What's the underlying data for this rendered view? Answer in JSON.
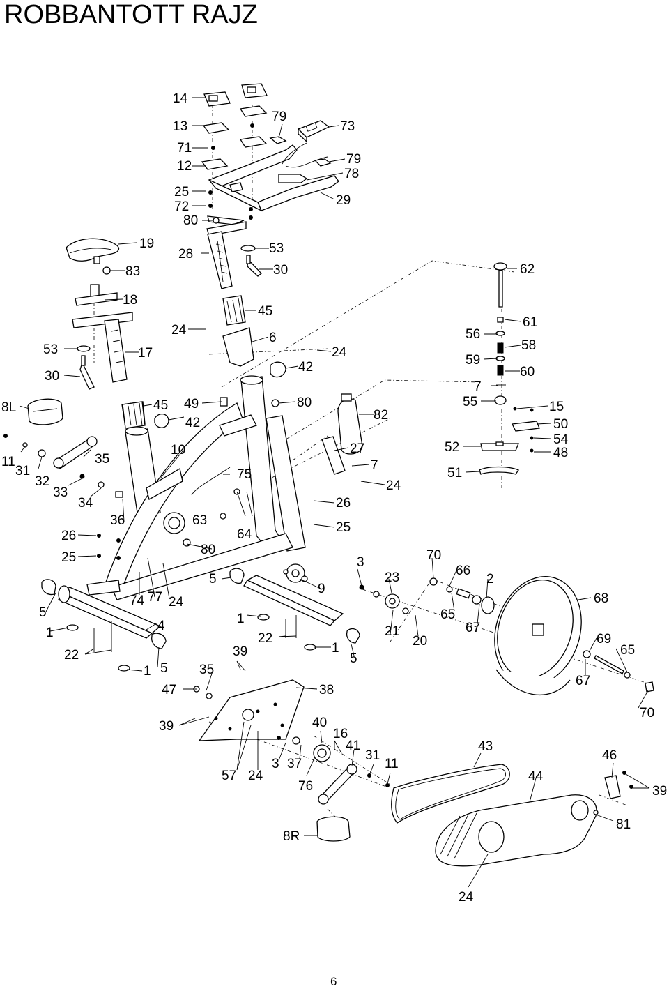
{
  "page": {
    "title": "ROBBANTOTT RAJZ",
    "page_number": "6"
  },
  "labels": {
    "l14": "14",
    "l13": "13",
    "l71": "71",
    "l12": "12",
    "l25a": "25",
    "l72": "72",
    "l80a": "80",
    "l79a": "79",
    "l73": "73",
    "l79b": "79",
    "l78": "78",
    "l29": "29",
    "l19": "19",
    "l83": "83",
    "l28": "28",
    "l53a": "53",
    "l30a": "30",
    "l18": "18",
    "l24a": "24",
    "l45a": "45",
    "l6": "6",
    "l24b": "24",
    "l53b": "53",
    "l17": "17",
    "l42a": "42",
    "l30b": "30",
    "l8L": "8L",
    "l45b": "45",
    "l49": "49",
    "l80b": "80",
    "l82": "82",
    "l42b": "42",
    "l10": "10",
    "l27": "27",
    "l7a": "7",
    "l24c": "24",
    "l11a": "11",
    "l31a": "31",
    "l35": "35",
    "l32": "32",
    "l33": "33",
    "l34": "34",
    "l75": "75",
    "l26a": "26",
    "l36": "36",
    "l63": "63",
    "l25b": "25",
    "l26b": "26",
    "l64": "64",
    "l25c": "25",
    "l80c": "80",
    "l62": "62",
    "l56": "56",
    "l61": "61",
    "l58": "58",
    "l59": "59",
    "l60": "60",
    "l7b": "7",
    "l55": "55",
    "l15": "15",
    "l50": "50",
    "l54": "54",
    "l52": "52",
    "l48": "48",
    "l51": "51",
    "l3a": "3",
    "l70a": "70",
    "l66": "66",
    "l2": "2",
    "l23": "23",
    "l9": "9",
    "l5a": "5",
    "l74": "74",
    "l77": "77",
    "l24d": "24",
    "l68": "68",
    "l5b": "5",
    "l1a": "1",
    "l65a": "65",
    "l67a": "67",
    "l4": "4",
    "l21": "21",
    "l20": "20",
    "l22a": "22",
    "l1b": "1",
    "l22b": "22",
    "l39a": "39",
    "l1c": "1",
    "l69": "69",
    "l65b": "65",
    "l1d": "1",
    "l5c": "5",
    "l35b": "35",
    "l5d": "5",
    "l67b": "67",
    "l47": "47",
    "l38": "38",
    "l70b": "70",
    "l39b": "39",
    "l40": "40",
    "l16": "16",
    "l41": "41",
    "l43": "43",
    "l46": "46",
    "l31b": "31",
    "l11b": "11",
    "l3b": "3",
    "l37": "37",
    "l57": "57",
    "l24e": "24",
    "l44": "44",
    "l39c": "39",
    "l76": "76",
    "l81": "81",
    "l8R": "8R",
    "l24f": "24"
  }
}
